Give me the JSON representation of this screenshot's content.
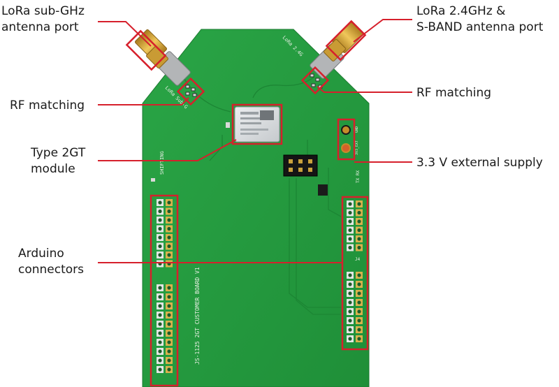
{
  "callouts": {
    "lora_subghz": "LoRa sub-GHz\nantenna port",
    "lora_24ghz": "LoRa 2.4GHz &\nS-BAND antenna port",
    "rf_matching_left": "RF matching",
    "rf_matching_right": "RF matching",
    "type_2gt": "Type 2GT\nmodule",
    "ext_supply": "3.3 V external supply",
    "arduino": "Arduino\nconnectors"
  },
  "silkscreen": {
    "board_name": "JS-1125 2GT CUSTOMER BOARD V1",
    "lora_24": "LoRa 2.4G",
    "lora_sub": "LoRa Sub-G",
    "shifting": "SHIFTING",
    "gnd": "GND",
    "ext": "3V3_EXT",
    "txrx": "TX  RX",
    "j4": "J4"
  },
  "colors": {
    "pcb": "#239a3e",
    "highlight": "#d6202c",
    "gold": "#d5a838"
  }
}
